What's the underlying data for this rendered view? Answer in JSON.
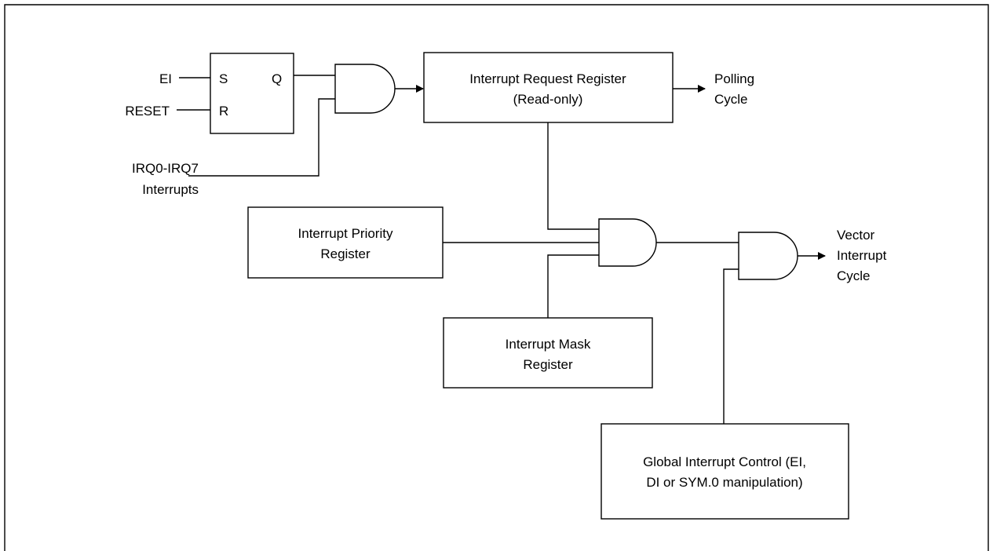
{
  "signals": {
    "ei": "EI",
    "reset": "RESET",
    "irq_line1": "IRQ0-IRQ7",
    "irq_line2": "Interrupts",
    "polling_line1": "Polling",
    "polling_line2": "Cycle",
    "vector_line1": "Vector",
    "vector_line2": "Interrupt",
    "vector_line3": "Cycle"
  },
  "flip_flop": {
    "set_pin": "S",
    "reset_pin": "R",
    "output_pin": "Q"
  },
  "blocks": {
    "request_register": {
      "line1": "Interrupt Request Register",
      "line2": "(Read-only)"
    },
    "priority_register": {
      "line1": "Interrupt Priority",
      "line2": "Register"
    },
    "mask_register": {
      "line1": "Interrupt Mask",
      "line2": "Register"
    },
    "global_control": {
      "line1": "Global Interrupt Control (EI,",
      "line2": "DI or SYM.0 manipulation)"
    }
  }
}
